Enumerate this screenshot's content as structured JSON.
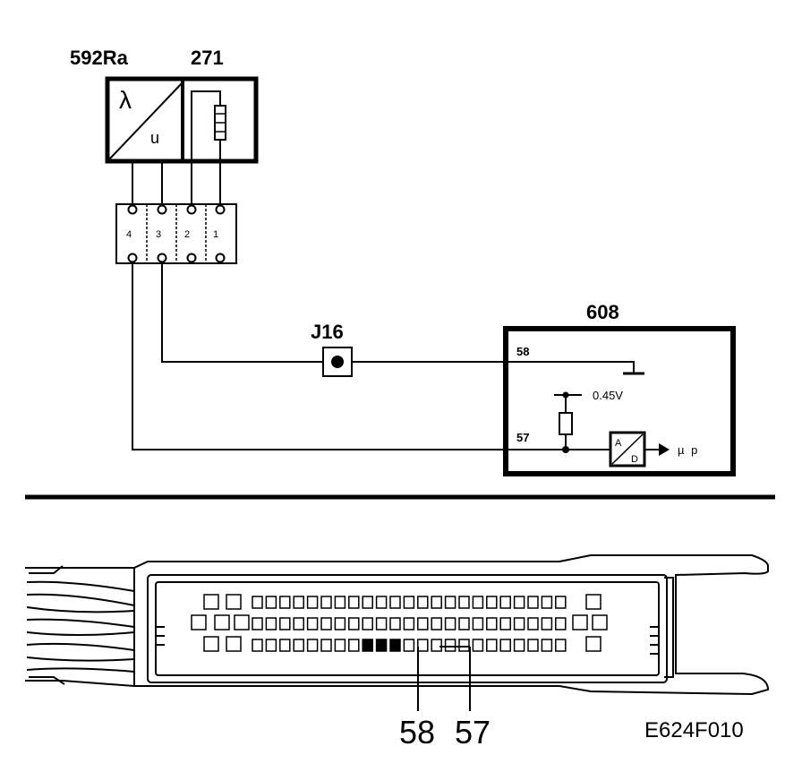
{
  "components": {
    "sensor": {
      "id": "592Ra",
      "symbol_top": "λ",
      "symbol_bottom": "u"
    },
    "heater": {
      "id": "271"
    },
    "splice": {
      "id": "J16"
    },
    "ecu": {
      "id": "608",
      "pin_58": "58",
      "pin_57": "57",
      "reference_voltage": "0.45V",
      "adc_top": "A",
      "adc_bottom": "D",
      "output": "µ p"
    }
  },
  "connector": {
    "pins": [
      "4",
      "3",
      "2",
      "1"
    ]
  },
  "ecu_connector": {
    "callout_left": "58",
    "callout_right": "57"
  },
  "figure_code": "E624F010"
}
